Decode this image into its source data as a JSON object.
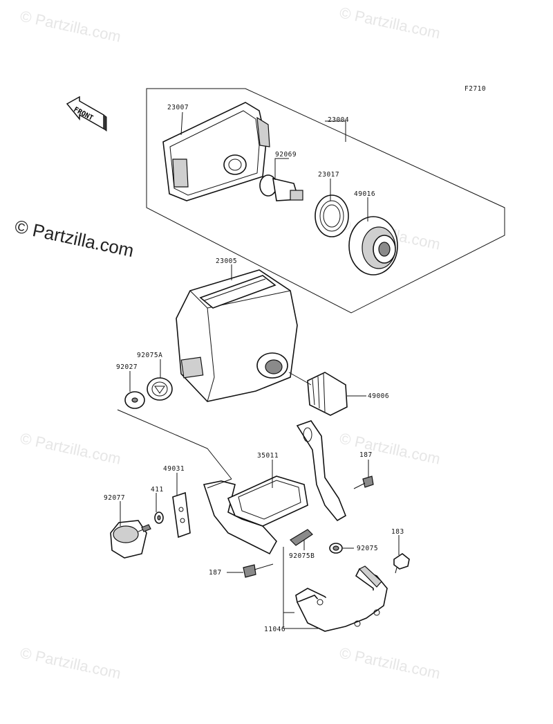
{
  "diagram": {
    "code": "F2710",
    "front_label": "FRONT",
    "watermark": "© Partzilla.com"
  },
  "parts": [
    {
      "id": "p-23007",
      "label": "23007"
    },
    {
      "id": "p-23004",
      "label": "23004"
    },
    {
      "id": "p-92069",
      "label": "92069"
    },
    {
      "id": "p-23017",
      "label": "23017"
    },
    {
      "id": "p-49016",
      "label": "49016"
    },
    {
      "id": "p-23005",
      "label": "23005"
    },
    {
      "id": "p-92075a",
      "label": "92075A"
    },
    {
      "id": "p-92027",
      "label": "92027"
    },
    {
      "id": "p-49006",
      "label": "49006"
    },
    {
      "id": "p-35011",
      "label": "35011"
    },
    {
      "id": "p-187a",
      "label": "187"
    },
    {
      "id": "p-49031",
      "label": "49031"
    },
    {
      "id": "p-411",
      "label": "411"
    },
    {
      "id": "p-92077",
      "label": "92077"
    },
    {
      "id": "p-92075b",
      "label": "92075B"
    },
    {
      "id": "p-92075",
      "label": "92075"
    },
    {
      "id": "p-183",
      "label": "183"
    },
    {
      "id": "p-187b",
      "label": "187"
    },
    {
      "id": "p-11046",
      "label": "11046"
    }
  ]
}
